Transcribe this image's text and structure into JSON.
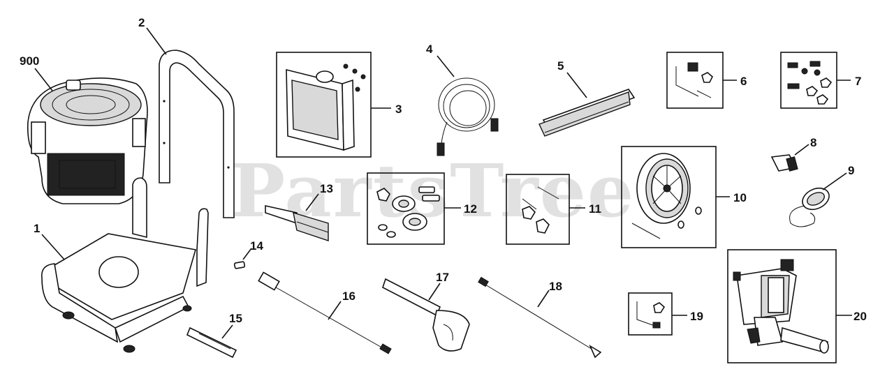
{
  "watermark": "PartsTree",
  "callouts": {
    "c1": "1",
    "c2": "2",
    "c3": "3",
    "c4": "4",
    "c5": "5",
    "c6": "6",
    "c7": "7",
    "c8": "8",
    "c9": "9",
    "c10": "10",
    "c11": "11",
    "c12": "12",
    "c13": "13",
    "c14": "14",
    "c15": "15",
    "c16": "16",
    "c17": "17",
    "c18": "18",
    "c19": "19",
    "c20": "20",
    "c900": "900"
  }
}
